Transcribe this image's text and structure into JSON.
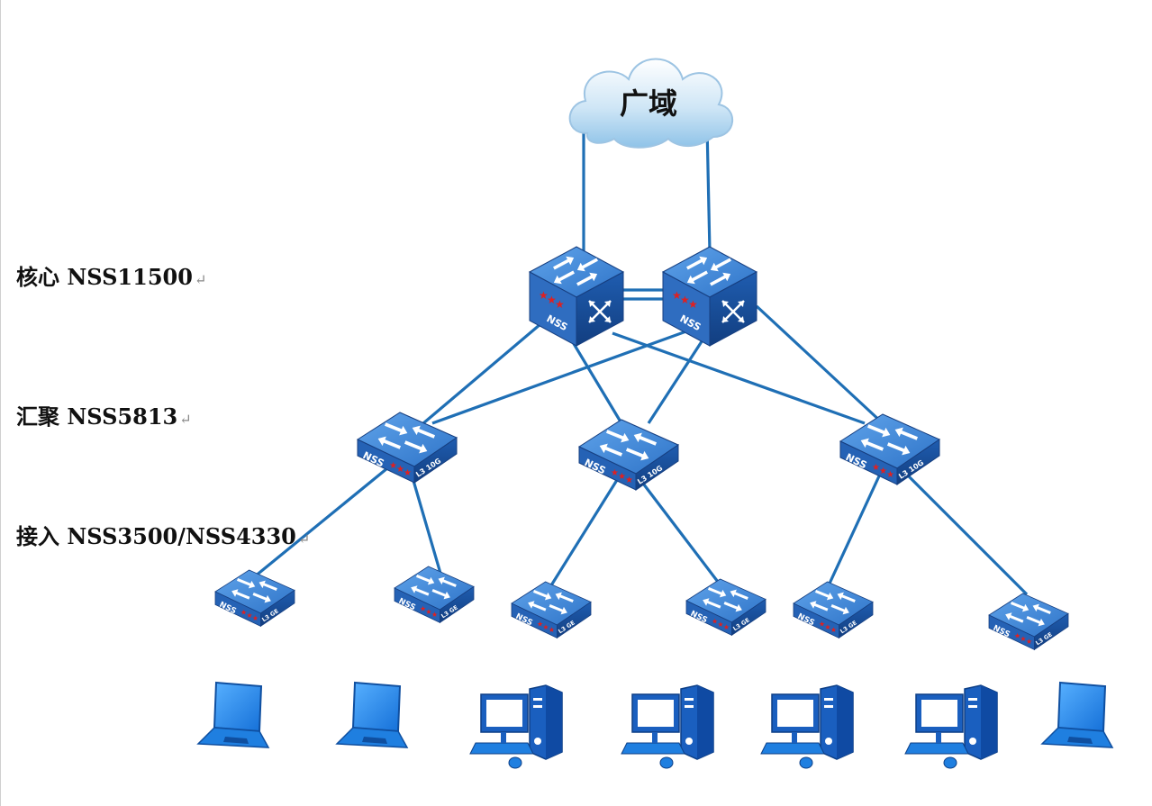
{
  "cloud": {
    "label": "广域"
  },
  "layers": [
    {
      "id": "core",
      "label": "核心 NSS11500",
      "mark": "↵"
    },
    {
      "id": "aggregation",
      "label": "汇聚 NSS5813",
      "mark": "↵"
    },
    {
      "id": "access",
      "label": "接入 NSS3500/NSS4330",
      "mark": "↵"
    }
  ],
  "switch_text": {
    "brand": "NSS",
    "aggregation_tag": "L3 10G",
    "access_tag": "L3 GE"
  },
  "colors": {
    "link": "#1f6fb5",
    "switch_top": "#3d86d8",
    "switch_side": "#1b4f9e",
    "star": "#e02020",
    "device": "#1f7fe0"
  },
  "devices": [
    "laptop",
    "laptop",
    "desktop",
    "desktop",
    "desktop",
    "desktop",
    "laptop"
  ]
}
